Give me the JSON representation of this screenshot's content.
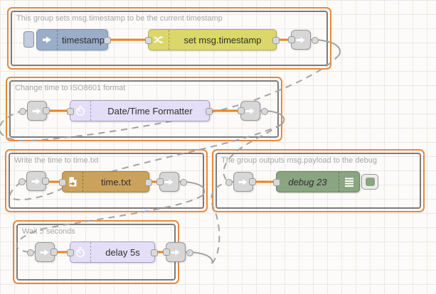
{
  "editor": {
    "type": "node-red-flow-canvas",
    "colors": {
      "group_border": "#e8893c",
      "group_inner_border": "#7c7c7c",
      "group_title": "#a6a6a6",
      "wire": "#e8831d",
      "link_wire": "#a3a3a3",
      "inject_node": "#9aadc9",
      "change_node": "#dbd76a",
      "moment_node": "#e4def6",
      "file_node": "#cba25c",
      "debug_node": "#8aa581",
      "delay_node": "#e4def6",
      "link_node": "#d7d7d7",
      "port": "#d9d9d9"
    }
  },
  "groups": [
    {
      "title": "This group sets msg.timestamp to be the current timestamp",
      "nodes": [
        {
          "type": "inject",
          "label": "timestamp",
          "icon": "inject-arrow-icon",
          "has_button": true
        },
        {
          "type": "change",
          "label": "set msg.timestamp",
          "icon": "shuffle-icon"
        },
        {
          "type": "link-out",
          "icon": "link-arrow-icon"
        }
      ]
    },
    {
      "title": "Change time to ISO8601 format",
      "nodes": [
        {
          "type": "link-in",
          "icon": "link-arrow-icon"
        },
        {
          "type": "date-time-formatter",
          "label": "Date/Time Formatter",
          "icon": "timer-icon"
        },
        {
          "type": "link-out",
          "icon": "link-arrow-icon"
        }
      ]
    },
    {
      "title": "Write the time to time.txt",
      "nodes": [
        {
          "type": "link-in",
          "icon": "link-arrow-icon"
        },
        {
          "type": "file",
          "label": "time.txt",
          "icon": "file-out-icon"
        },
        {
          "type": "link-out",
          "icon": "link-arrow-icon"
        }
      ]
    },
    {
      "title": "The group outputs msg.payload to the debug",
      "nodes": [
        {
          "type": "link-in",
          "icon": "link-arrow-icon"
        },
        {
          "type": "debug",
          "label": "debug 23",
          "icon": "debug-list-icon",
          "toggle_enabled": true
        }
      ]
    },
    {
      "title": "Wait 5 seconds",
      "nodes": [
        {
          "type": "link-in",
          "icon": "link-arrow-icon"
        },
        {
          "type": "delay",
          "label": "delay 5s",
          "icon": "timer-icon"
        },
        {
          "type": "link-out",
          "icon": "link-arrow-icon"
        }
      ]
    }
  ]
}
